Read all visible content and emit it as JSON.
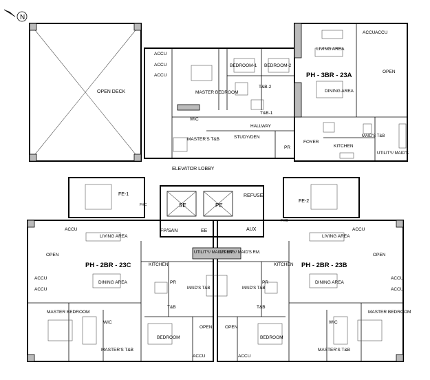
{
  "compass": {
    "label": "N"
  },
  "units": {
    "ph3br": "PH - 3BR - 23A",
    "ph2br_c": "PH - 2BR - 23C",
    "ph2br_b": "PH - 2BR - 23B"
  },
  "rooms": {
    "open_deck": "OPEN DECK",
    "accu": "ACCU",
    "master_bedroom": "MASTER BEDROOM",
    "bedroom1": "BEDROOM-1",
    "bedroom2": "BEDROOM-2",
    "tb2": "T&B-2",
    "tb1": "T&B-1",
    "wic": "WIC",
    "hallway": "HALLWAY",
    "masters_tb": "MASTER'S T&B",
    "study": "STUDY/DEN",
    "pr": "PR",
    "foyer": "FOYER",
    "kitchen": "KITCHEN",
    "living": "LIVING AREA",
    "dining": "DINING AREA",
    "open": "OPEN",
    "maids_tb": "MAID'S T&B",
    "utility": "UTILITY/ MAID'S",
    "utility_rm": "UTILITY/ MAID'S RM.",
    "elevator_lobby": "ELEVATOR LOBBY",
    "fe1": "FE-1",
    "fe2": "FE-2",
    "fhc": "FHC",
    "se": "SE",
    "pe": "PE",
    "refuse": "REFUSE",
    "fpsan": "FP/SAN",
    "ee": "EE",
    "aux": "AUX",
    "tb": "T&B",
    "bedroom": "BEDROOM"
  }
}
